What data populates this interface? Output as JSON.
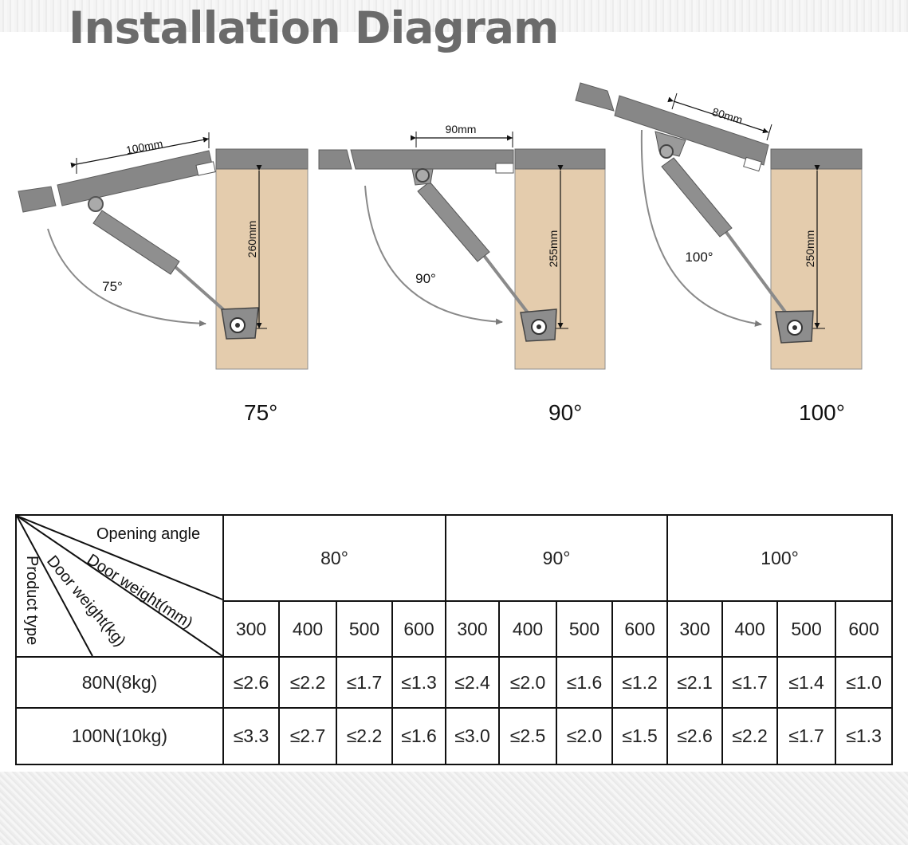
{
  "title": "Installation Diagram",
  "diagrams": [
    {
      "angle_caption": "75°",
      "width_label": "100mm",
      "height_label": "260mm",
      "arc_label": "75°"
    },
    {
      "angle_caption": "90°",
      "width_label": "90mm",
      "height_label": "255mm",
      "arc_label": "90°"
    },
    {
      "angle_caption": "100°",
      "width_label": "80mm",
      "height_label": "250mm",
      "arc_label": "100°"
    }
  ],
  "table": {
    "corner": {
      "opening_angle": "Opening angle",
      "door_weight_mm": "Door weight(mm)",
      "door_weight_kg": "Door weight(kg)",
      "product_type": "Product type"
    },
    "angles": [
      "80°",
      "90°",
      "100°"
    ],
    "door_sizes": [
      "300",
      "400",
      "500",
      "600",
      "300",
      "400",
      "500",
      "600",
      "300",
      "400",
      "500",
      "600"
    ],
    "rows": [
      {
        "product": "80N(8kg)",
        "values": [
          "≤2.6",
          "≤2.2",
          "≤1.7",
          "≤1.3",
          "≤2.4",
          "≤2.0",
          "≤1.6",
          "≤1.2",
          "≤2.1",
          "≤1.7",
          "≤1.4",
          "≤1.0"
        ]
      },
      {
        "product": "100N(10kg)",
        "values": [
          "≤3.3",
          "≤2.7",
          "≤2.2",
          "≤1.6",
          "≤3.0",
          "≤2.5",
          "≤2.0",
          "≤1.5",
          "≤2.6",
          "≤2.2",
          "≤1.7",
          "≤1.3"
        ]
      }
    ]
  },
  "colors": {
    "cabinet": "#e4ccad",
    "panel": "#878787",
    "title": "#6b6b6b"
  }
}
